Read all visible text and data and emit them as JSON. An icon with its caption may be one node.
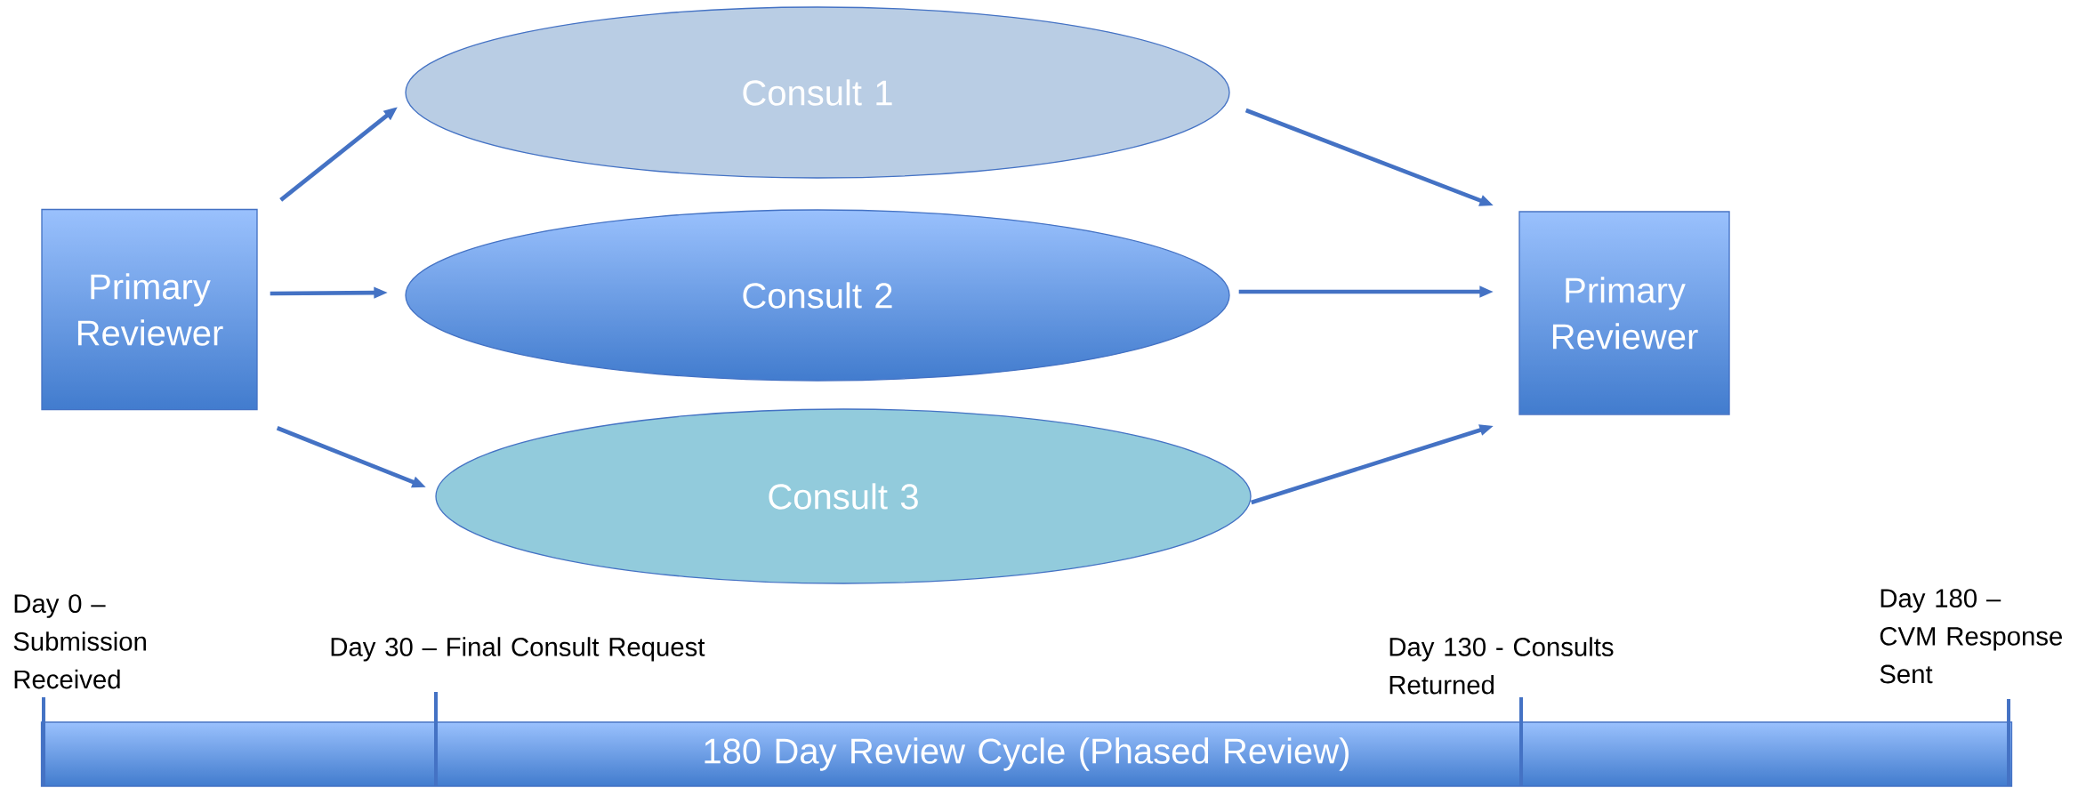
{
  "diagram": {
    "nodes": [
      {
        "text": [
          "Primary Reviewer"
        ]
      },
      {
        "text": [
          "Consult 1"
        ]
      },
      {
        "text": [
          "Consult 2"
        ]
      },
      {
        "text": [
          "Consult 3"
        ]
      },
      {
        "text": [
          "Primary Reviewer"
        ]
      },
      {
        "text": [
          "180 Day Review Cycle (Phased Review)"
        ]
      }
    ],
    "edges": [
      {
        "from": 0,
        "to": 1,
        "arrow": "to"
      },
      {
        "from": 0,
        "to": 2,
        "arrow": "to"
      },
      {
        "from": 0,
        "to": 3,
        "arrow": "to"
      },
      {
        "from": 1,
        "to": 4,
        "arrow": "to"
      },
      {
        "from": 2,
        "to": 4,
        "arrow": "to"
      },
      {
        "from": 3,
        "to": 4,
        "arrow": "to"
      }
    ],
    "labels": [
      "Day 0 – Submission Received",
      "Day 180 – CVM Response Sent",
      "Day 30 – Final Consult Request",
      "Day 130 - Consults Returned"
    ]
  }
}
